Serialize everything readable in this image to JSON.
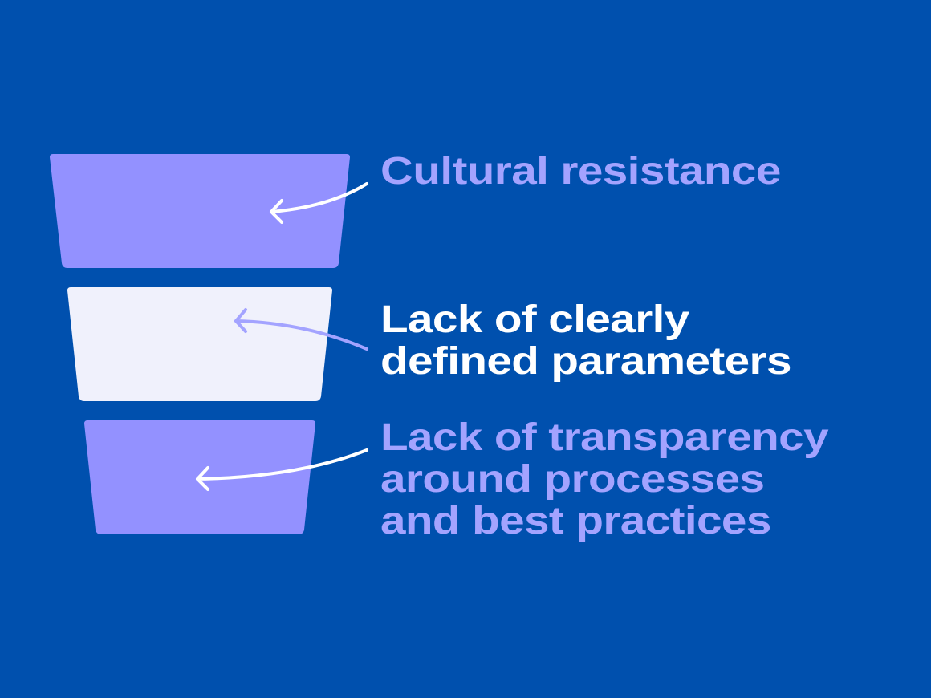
{
  "colors": {
    "background": "#0050AE",
    "tier_purple": "#9391FF",
    "tier_white": "#F0F1FC",
    "label_purple": "#A3A3FF",
    "label_white": "#FFFFFF"
  },
  "funnel": [
    {
      "label_lines": [
        "Cultural resistance"
      ],
      "highlight": false
    },
    {
      "label_lines": [
        "Lack of clearly",
        "defined parameters"
      ],
      "highlight": true
    },
    {
      "label_lines": [
        "Lack of transparency",
        "around processes",
        "and best practices"
      ],
      "highlight": false
    }
  ]
}
